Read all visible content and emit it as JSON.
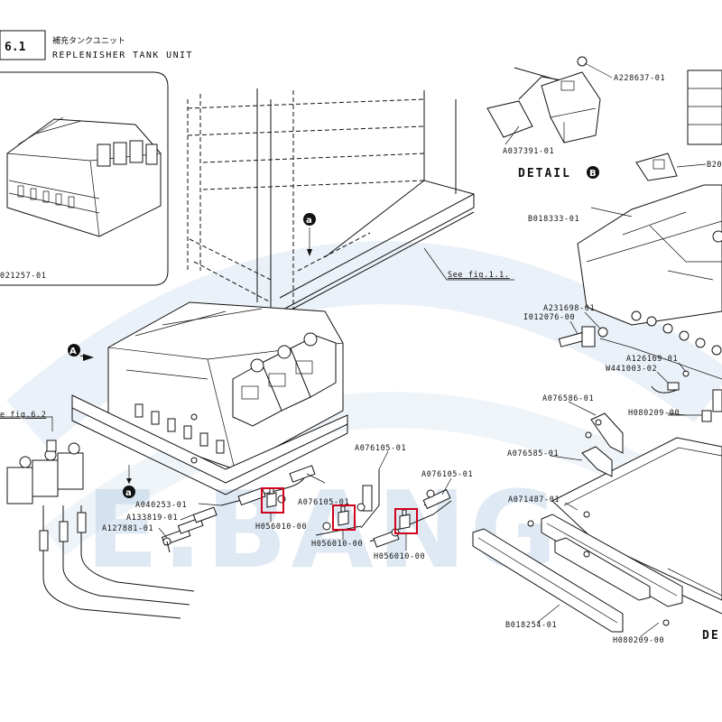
{
  "header": {
    "section_number": "6.1",
    "title_jp": "補充タンクユニット",
    "title_en": "REPLENISHER TANK UNIT"
  },
  "watermark": "E.BANG",
  "inset": {
    "part_label": "021257-01"
  },
  "details": {
    "detail_b_label": "DETAIL",
    "detail_b_marker": "B",
    "detail_cut_label": "DE",
    "marker_a": "A",
    "marker_a_small": "a"
  },
  "references": {
    "see_fig_1_1": "See fig.1.1.",
    "see_fig_6_2": "e fig.6.2"
  },
  "callouts": {
    "A228637_01": "A228637-01",
    "A037391_01": "A037391-01",
    "B20": "B20",
    "B018333_01": "B018333-01",
    "A231698_01": "A231698-01",
    "I012076_00": "I012076-00",
    "A126169_01": "A126169-01",
    "W441003_02": "W441003-02",
    "A076586_01": "A076586-01",
    "H080209_00_a": "H080209-00",
    "A076585_01": "A076585-01",
    "A071487_01": "A071487-01",
    "B018254_01": "B018254-01",
    "H080209_00_b": "H080209-00",
    "A076105_01_a": "A076105-01",
    "A076105_01_b": "A076105-01",
    "A076105_01_c": "A076105-01",
    "A040253_01": "A040253-01",
    "A133819_01": "A133819-01",
    "A127881_01": "A127881-01",
    "H056010_00_a": "H056010-00",
    "H056010_00_b": "H056010-00",
    "H056010_00_c": "H056010-00"
  },
  "colors": {
    "line": "#111111",
    "highlight": "#d0021b",
    "watermark": "#8fb4d8",
    "background": "#ffffff"
  }
}
